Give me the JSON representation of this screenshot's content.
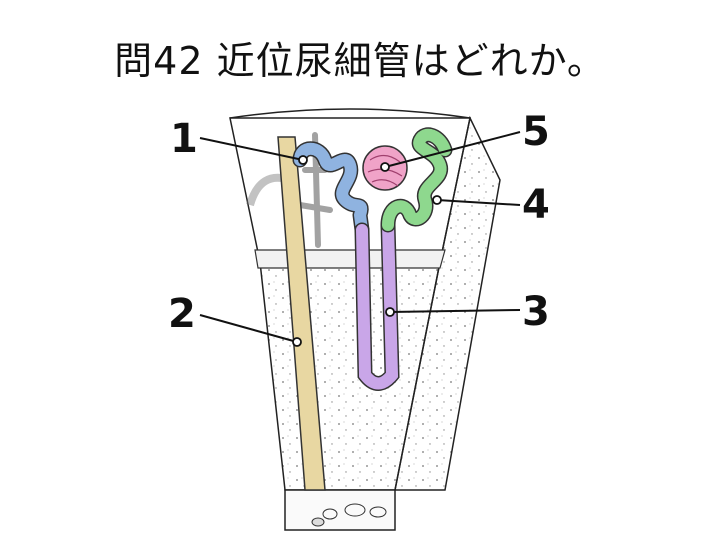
{
  "title": "問42 近位尿細管はどれか。",
  "labels": [
    "1",
    "2",
    "3",
    "4",
    "5"
  ],
  "colors": {
    "proximal_tubule": "#8fb3e0",
    "collecting_duct": "#e8d7a2",
    "loop_of_henle": "#c9a6e8",
    "distal_tubule": "#8ed88e",
    "glomerulus": "#f0a3c8"
  }
}
